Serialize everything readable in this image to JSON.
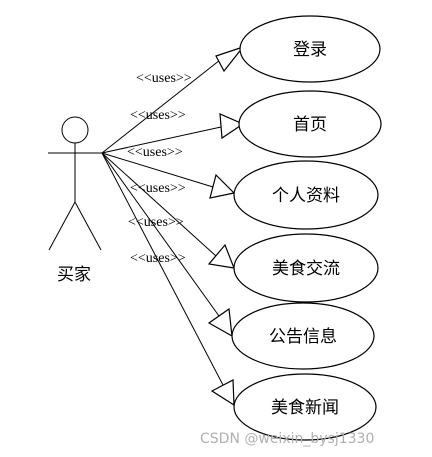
{
  "actor": {
    "label": "买家"
  },
  "stereotype": "<<uses>>",
  "use_cases": [
    {
      "label": "登录"
    },
    {
      "label": "首页"
    },
    {
      "label": "个人资料"
    },
    {
      "label": "美食交流"
    },
    {
      "label": "公告信息"
    },
    {
      "label": "美食新闻"
    }
  ],
  "watermark": "CSDN @weixin_bysj1330"
}
